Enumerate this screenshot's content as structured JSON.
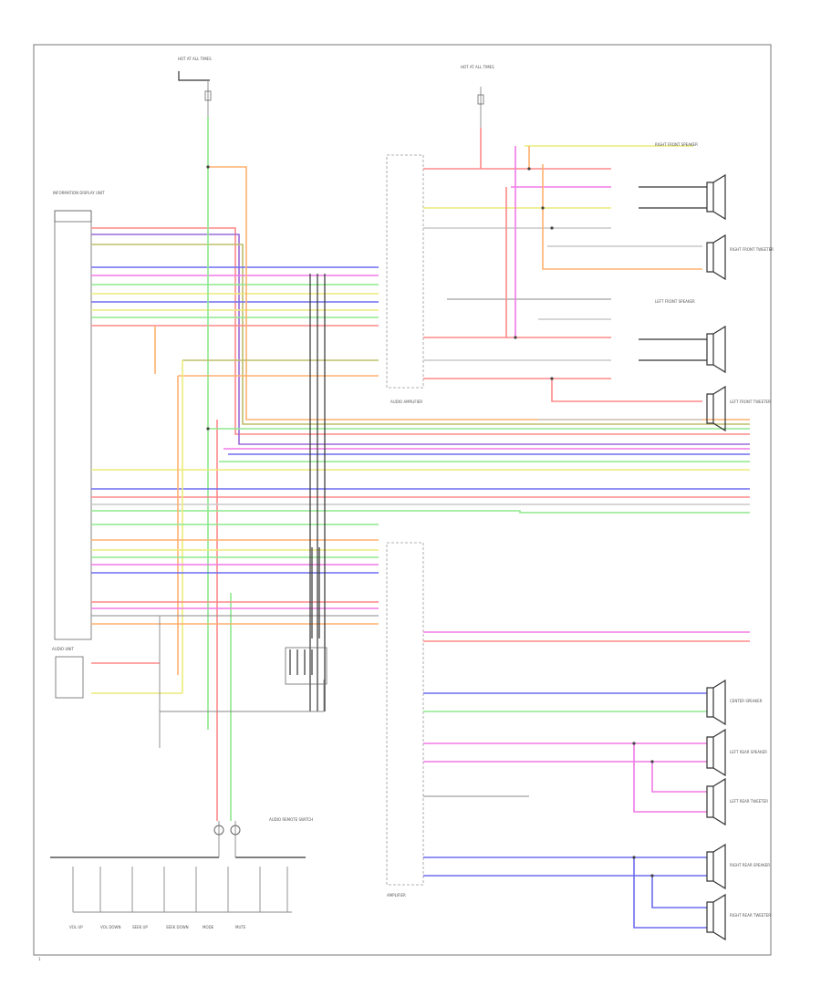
{
  "diagram": {
    "figure_number": "1",
    "top_labels": {
      "fuse_left": "HOT AT ALL TIMES",
      "fuse_right": "HOT AT ALL TIMES"
    },
    "components": {
      "information_display_unit": "INFORMATION DISPLAY UNIT",
      "audio_unit": "AUDIO UNIT",
      "amplifier_left": "AMPLIFIER",
      "amplifier_right": "AUDIO AMPLIFIER",
      "speakers": {
        "right_front_tweeter": "RIGHT FRONT TWEETER",
        "right_front_speaker": "RIGHT FRONT SPEAKER",
        "left_front_speaker": "LEFT FRONT SPEAKER",
        "left_front_tweeter": "LEFT FRONT TWEETER",
        "center_speaker": "CENTER SPEAKER",
        "left_rear_speaker": "LEFT REAR SPEAKER",
        "left_rear_tweeter": "LEFT REAR TWEETER",
        "right_rear_speaker": "RIGHT REAR SPEAKER",
        "right_rear_tweeter": "RIGHT REAR TWEETER"
      },
      "switches": {
        "vol_up": "VOL UP",
        "vol_down": "VOL DOWN",
        "seek_up": "SEEK UP",
        "seek_down": "SEEK DOWN",
        "mode": "MODE",
        "mute": "MUTE"
      },
      "steering_switch": "AUDIO REMOTE SWITCH"
    }
  }
}
